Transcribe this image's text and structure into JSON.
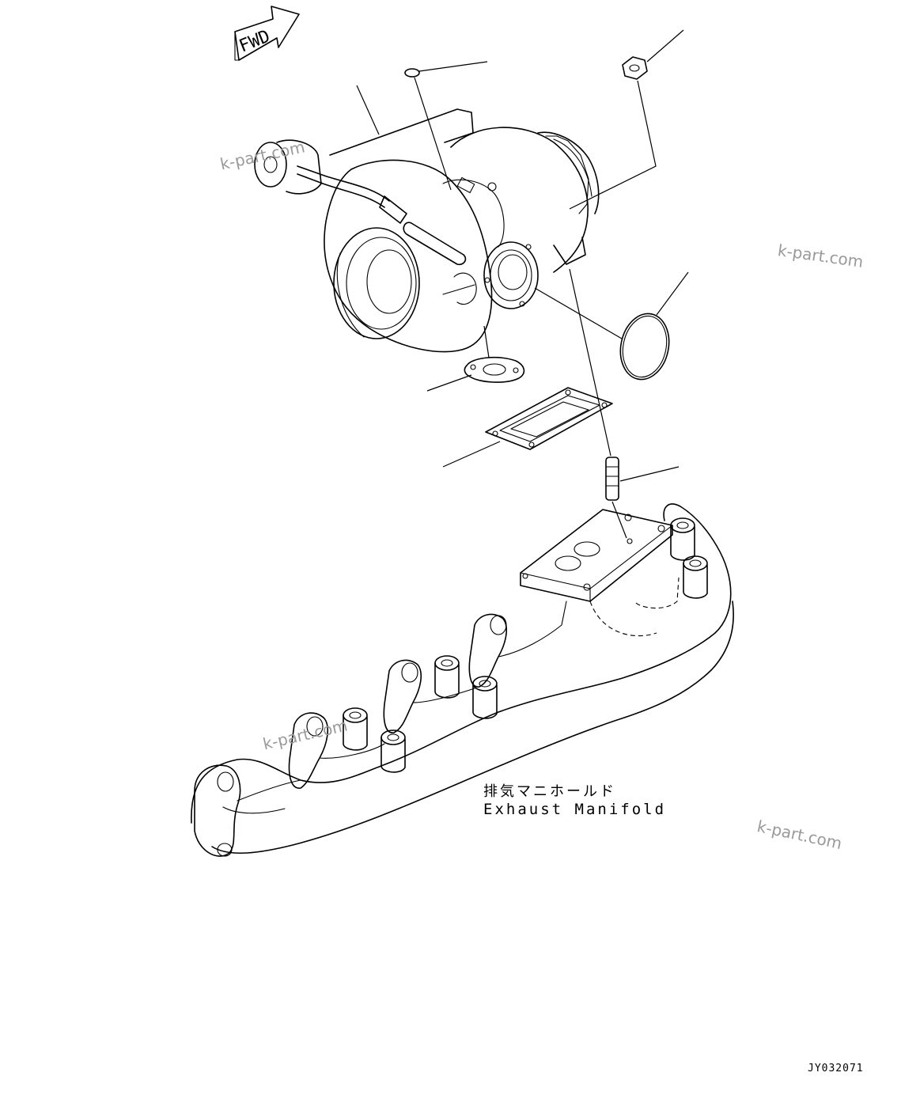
{
  "diagram": {
    "direction_arrow_text": "FWD",
    "part_name_jp": "排気マニホールド",
    "part_name_en": "Exhaust Manifold",
    "drawing_code": "JY032071",
    "watermark": "k-part.com"
  }
}
